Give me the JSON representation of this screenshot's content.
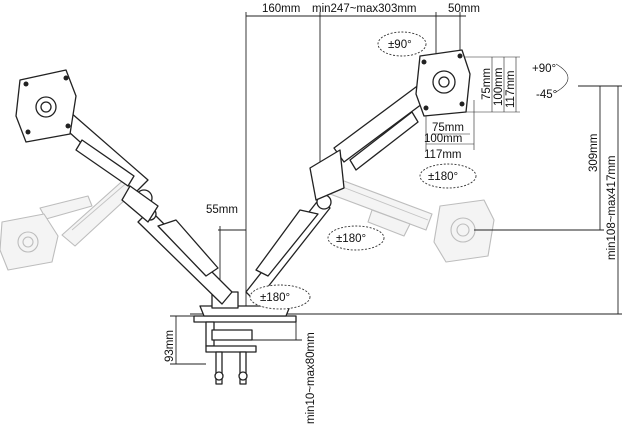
{
  "dimensions": {
    "top_arm_offset": "160mm",
    "top_reach": "min247~max303mm",
    "top_right": "50mm",
    "vesa_75": "75mm",
    "vesa_100": "100mm",
    "vesa_117": "117mm",
    "vesa_bottom_75": "75mm",
    "vesa_bottom_100": "100mm",
    "vesa_bottom_117": "117mm",
    "tilt_up": "+90°",
    "tilt_down": "-45°",
    "height_309": "309mm",
    "height_range": "min108~max417mm",
    "gap_55": "55mm",
    "clamp_height": "93mm",
    "desk_range": "min10~max80mm"
  },
  "rotations": {
    "vesa_rotate": "±90°",
    "head_swivel": "±180°",
    "arm_swivel": "±180°",
    "base_swivel": "±180°"
  }
}
